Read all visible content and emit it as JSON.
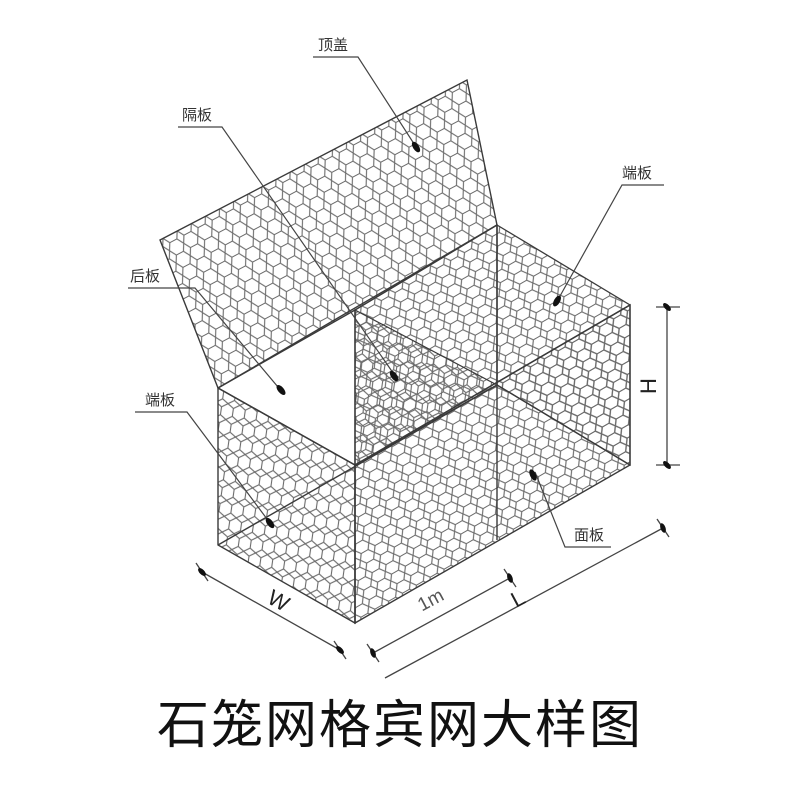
{
  "title": "石笼网格宾网大样图",
  "labels": {
    "top_lid": "顶盖",
    "diaphragm": "隔板",
    "end_panel_right": "端板",
    "back_panel": "后板",
    "end_panel_left": "端板",
    "front_panel": "面板"
  },
  "dimensions": {
    "height": "H",
    "width": "W",
    "length": "L",
    "diaphragm_spacing": "1m"
  },
  "colors": {
    "mesh": "#6a6a6a",
    "edge": "#3a3a3a",
    "text": "#222222",
    "background": "#ffffff"
  }
}
